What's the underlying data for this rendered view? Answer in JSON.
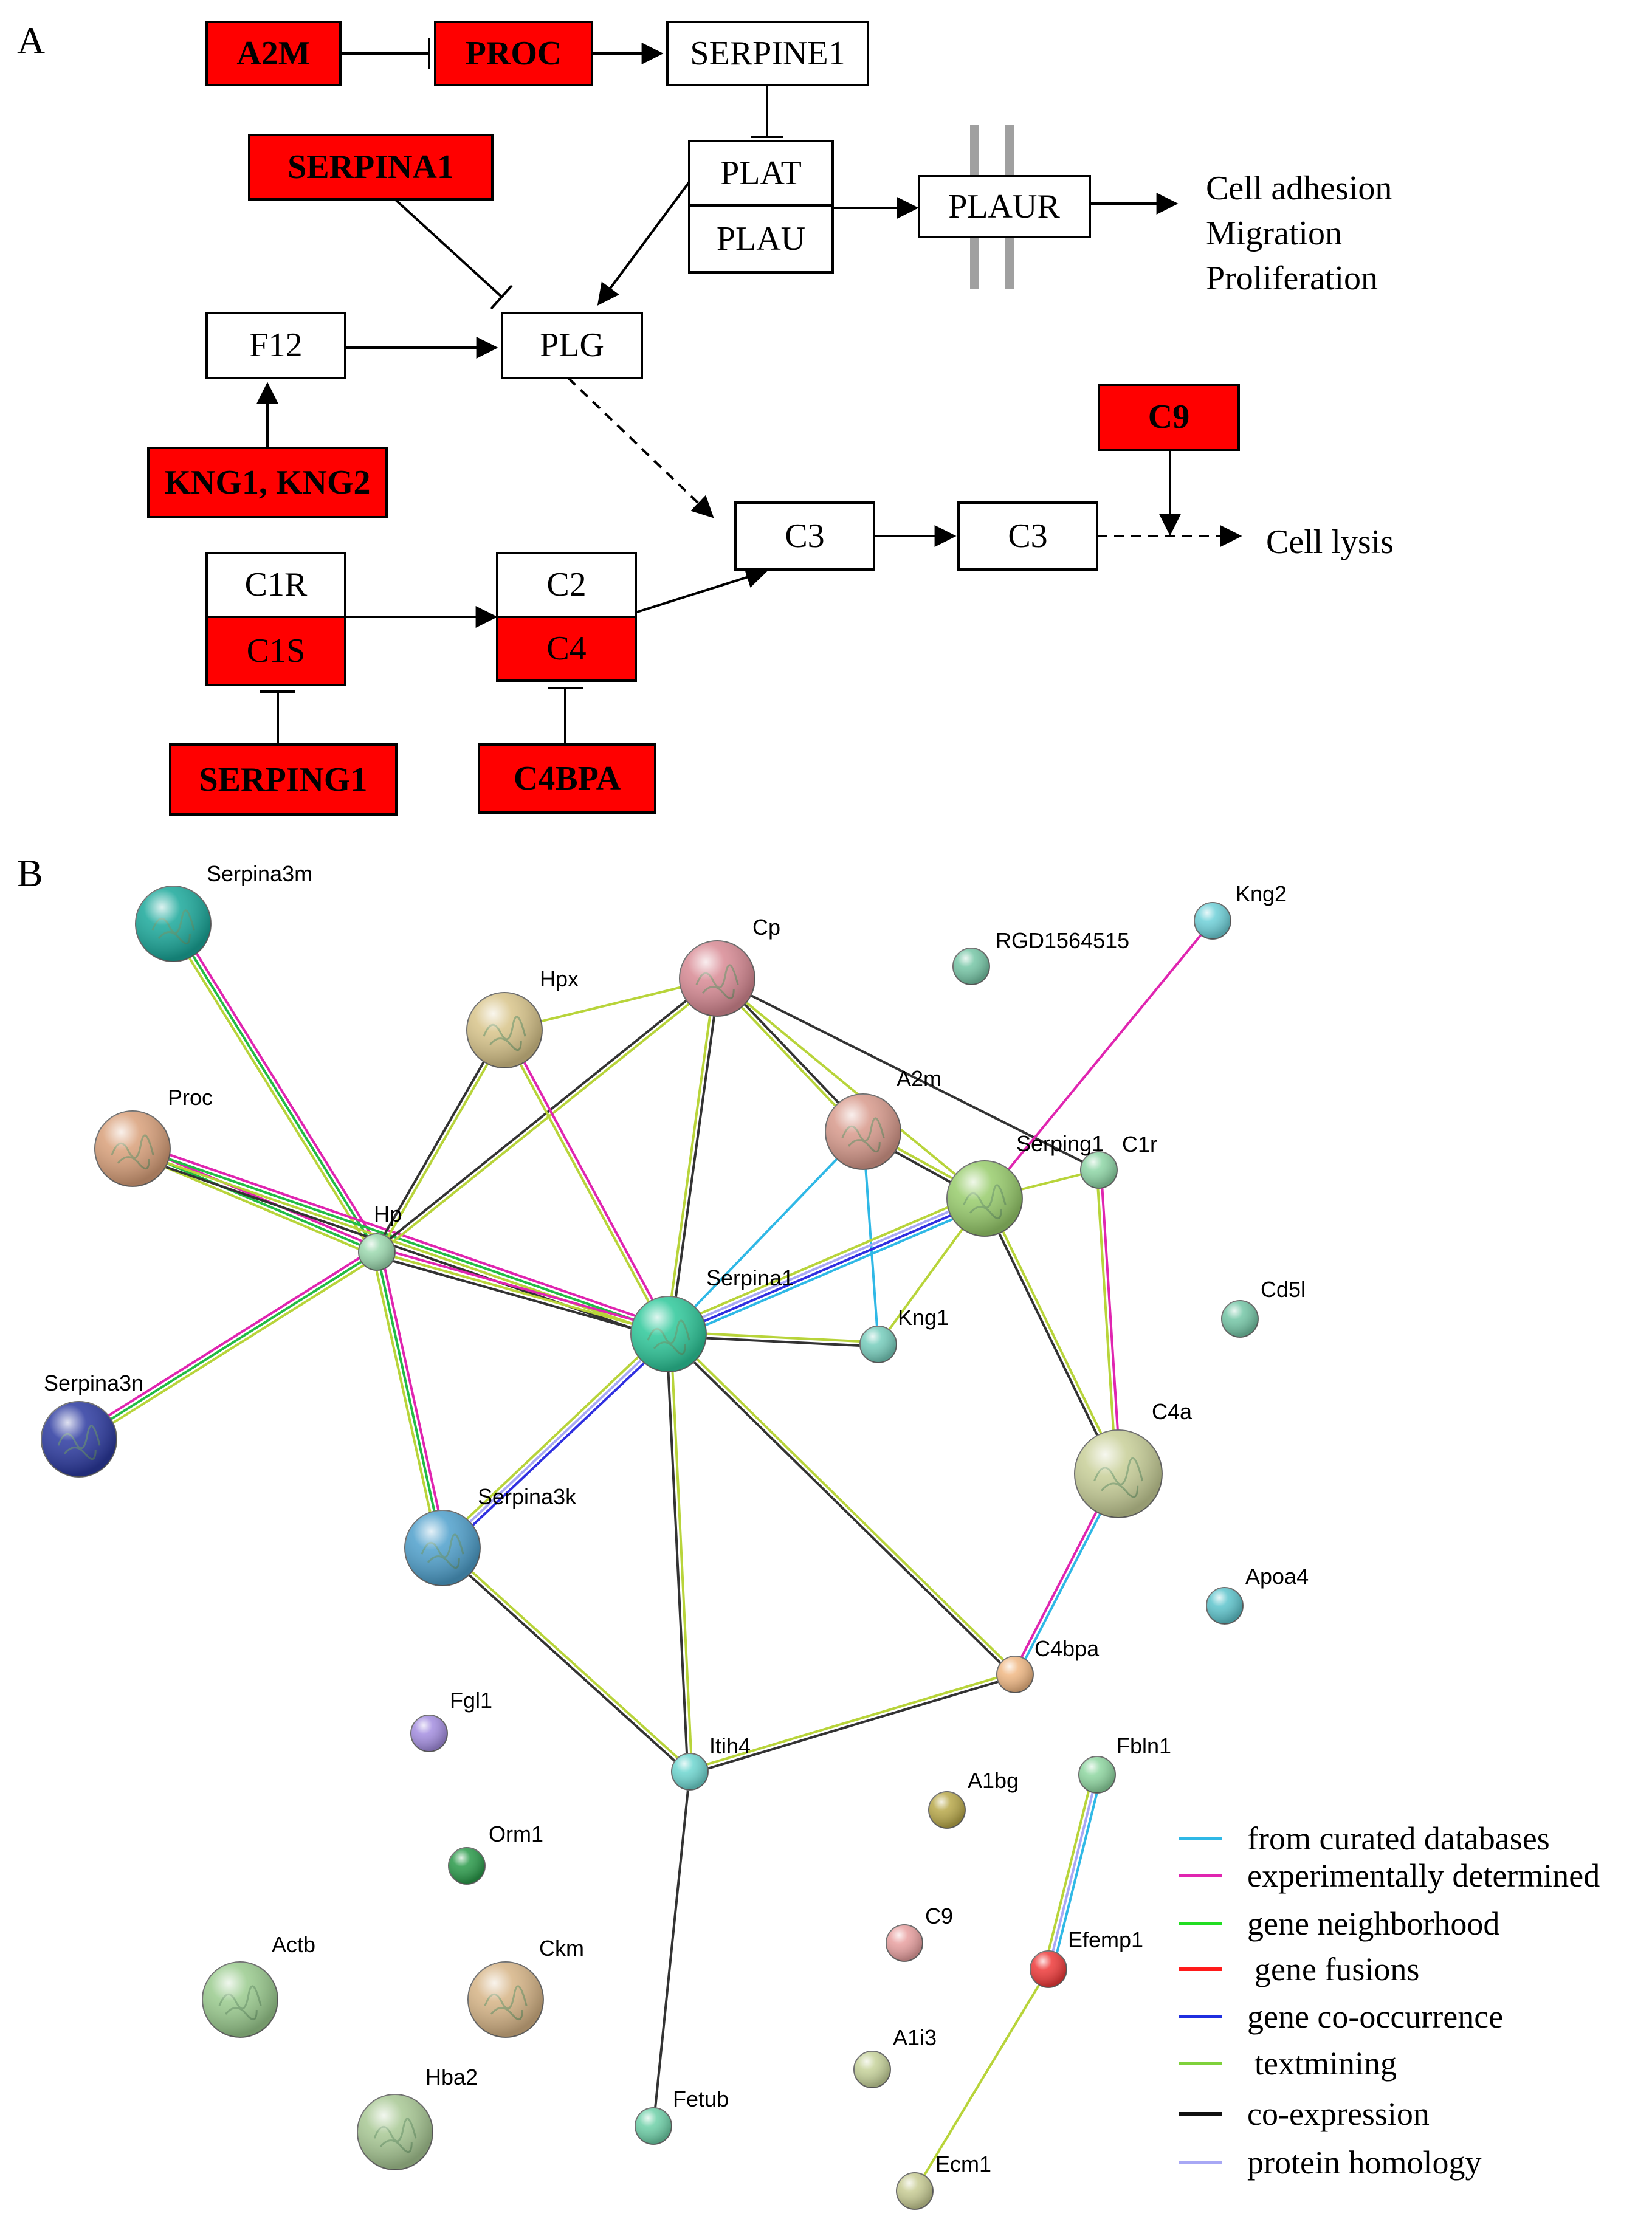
{
  "panel_labels": {
    "a": "A",
    "b": "B"
  },
  "panel_a": {
    "boxes": {
      "a2m": "A2M",
      "proc": "PROC",
      "serpine1": "SERPINE1",
      "serpina1": "SERPINA1",
      "plat": "PLAT",
      "plau": "PLAU",
      "plaur": "PLAUR",
      "f12": "F12",
      "plg": "PLG",
      "kng": "KNG1, KNG2",
      "c9": "C9",
      "c3a": "C3",
      "c3b": "C3",
      "c1r": "C1R",
      "c1s": "C1S",
      "c2": "C2",
      "c4": "C4",
      "serping1": "SERPING1",
      "c4bpa": "C4BPA"
    },
    "outcomes": {
      "adhesion": "Cell adhesion",
      "migration": "Migration",
      "proliferation": "Proliferation",
      "lysis": "Cell lysis"
    },
    "colors": {
      "highlight": "#ff0000",
      "normal": "#ffffff"
    }
  },
  "panel_b": {
    "nodes": {
      "serpina3m": "Serpina3m",
      "proc": "Proc",
      "hpx": "Hpx",
      "cp": "Cp",
      "rgd": "RGD1564515",
      "kng2": "Kng2",
      "a2m": "A2m",
      "c1r": "C1r",
      "serping1": "Serping1",
      "hp": "Hp",
      "serpina1": "Serpina1",
      "kng1": "Kng1",
      "cd5l": "Cd5l",
      "serpina3n": "Serpina3n",
      "c4a": "C4a",
      "serpina3k": "Serpina3k",
      "apoa4": "Apoa4",
      "c4bpa": "C4bpa",
      "fgl1": "Fgl1",
      "itih4": "Itih4",
      "a1bg": "A1bg",
      "fbln1": "Fbln1",
      "orm1": "Orm1",
      "c9": "C9",
      "efemp1": "Efemp1",
      "actb": "Actb",
      "ckm": "Ckm",
      "a1i3": "A1i3",
      "hba2": "Hba2",
      "fetub": "Fetub",
      "ecm1": "Ecm1"
    },
    "legend": [
      {
        "label": "from curated databases",
        "color": "#2fb8e6"
      },
      {
        "label": "experimentally determined",
        "color": "#e025b0"
      },
      {
        "label": "gene neighborhood",
        "color": "#22dd22"
      },
      {
        "label": "gene fusions",
        "color": "#ff1a1a"
      },
      {
        "label": "gene co-occurrence",
        "color": "#1f2fe0"
      },
      {
        "label": "textmining",
        "color": "#7fd13b"
      },
      {
        "label": "co-expression",
        "color": "#111111"
      },
      {
        "label": "protein homology",
        "color": "#a8a8f5"
      }
    ],
    "edge_colors": {
      "curated": "#2fb8e6",
      "experimental": "#e025b0",
      "neighborhood": "#22bb44",
      "cooccurrence": "#2f2fe0",
      "textmining": "#b8d43a",
      "coexpression": "#333333",
      "homology": "#a8a8f5"
    }
  }
}
